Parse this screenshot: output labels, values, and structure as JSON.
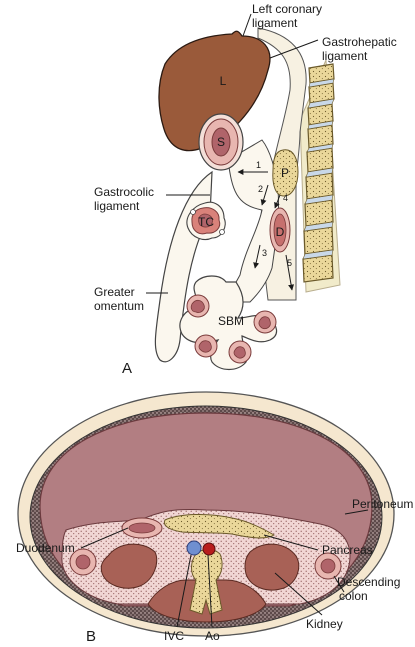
{
  "panel_a": {
    "panel_letter": "A",
    "labels": {
      "left_coronary_1": "Left coronary",
      "left_coronary_2": "ligament",
      "gastrohepatic_1": "Gastrohepatic",
      "gastrohepatic_2": "ligament",
      "gastrocolic_1": "Gastrocolic",
      "gastrocolic_2": "ligament",
      "greater_omentum_1": "Greater",
      "greater_omentum_2": "omentum"
    },
    "organs": {
      "liver": "L",
      "stomach": "S",
      "pancreas": "P",
      "transverse_colon": "TC",
      "duodenum": "D",
      "small_bowel_mesentery": "SBM"
    },
    "space_numbers": [
      "1",
      "2",
      "3",
      "4",
      "5"
    ]
  },
  "panel_b": {
    "panel_letter": "B",
    "labels": {
      "peritoneum": "Peritoneum",
      "duodenum": "Duodenum",
      "pancreas": "Pancreas",
      "descending_colon_1": "Descending",
      "descending_colon_2": "colon",
      "kidney": "Kidney",
      "ivc": "IVC",
      "aorta": "Ao"
    }
  },
  "colors": {
    "liver": "#9a5a3a",
    "bowel_wall": "#e8b6b0",
    "bowel_lumen": "#b0646a",
    "cavity": "#b27e82",
    "retroperitoneum": "#f1d6d4",
    "pancreas": "#ece9b6",
    "vertebra": "#ead79a",
    "muscle": "#a86156",
    "ivc": "#6f8fd0",
    "aorta": "#b81d1d"
  }
}
